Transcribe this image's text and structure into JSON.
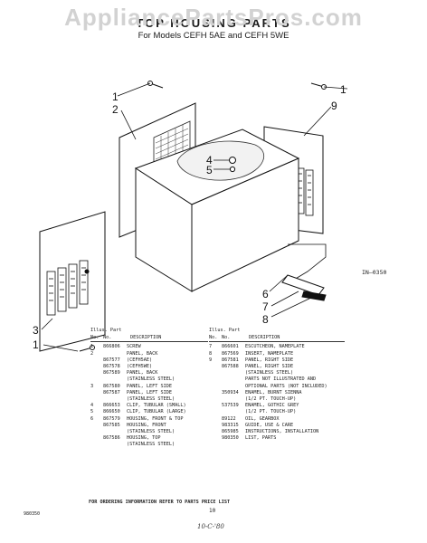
{
  "watermark": "AppliancePartsPros.com",
  "title": "TOP HOUSING PARTS",
  "subtitle": "For Models CEFH 5AE and CEFH 5WE",
  "callouts": [
    "1",
    "2",
    "1",
    "9",
    "4",
    "5",
    "3",
    "1",
    "6",
    "7",
    "8"
  ],
  "drawing_number": "IN—0350",
  "table": {
    "header_top": "Illus. Part",
    "header_no1": "No.",
    "header_no2": "No.",
    "header_desc": "DESCRIPTION",
    "left_rows": [
      {
        "illus": "1",
        "part": "866806",
        "desc": "SCREW"
      },
      {
        "illus": "2",
        "part": "",
        "desc": "PANEL, BACK"
      },
      {
        "illus": "",
        "part": "867577",
        "desc": "(CEFH5AE)"
      },
      {
        "illus": "",
        "part": "867578",
        "desc": "(CEFH5WE)"
      },
      {
        "illus": "",
        "part": "867589",
        "desc": "PANEL, BACK"
      },
      {
        "illus": "",
        "part": "",
        "desc": "(STAINLESS STEEL)"
      },
      {
        "illus": "3",
        "part": "867580",
        "desc": "PANEL, LEFT SIDE"
      },
      {
        "illus": "",
        "part": "867587",
        "desc": "PANEL, LEFT SIDE"
      },
      {
        "illus": "",
        "part": "",
        "desc": "(STAINLESS STEEL)"
      },
      {
        "illus": "4",
        "part": "866653",
        "desc": "CLIP, TUBULAR (SMALL)"
      },
      {
        "illus": "5",
        "part": "866650",
        "desc": "CLIP, TUBULAR (LARGE)"
      },
      {
        "illus": "6",
        "part": "867579",
        "desc": "HOUSING, FRONT & TOP"
      },
      {
        "illus": "",
        "part": "867585",
        "desc": "HOUSING, FRONT"
      },
      {
        "illus": "",
        "part": "",
        "desc": "(STAINLESS STEEL)"
      },
      {
        "illus": "",
        "part": "867586",
        "desc": "HOUSING, TOP"
      },
      {
        "illus": "",
        "part": "",
        "desc": "(STAINLESS STEEL)"
      }
    ],
    "right_rows": [
      {
        "illus": "7",
        "part": "866601",
        "desc": "ESCUTCHEON, NAMEPLATE"
      },
      {
        "illus": "8",
        "part": "867569",
        "desc": "INSERT, NAMEPLATE"
      },
      {
        "illus": "9",
        "part": "867581",
        "desc": "PANEL, RIGHT SIDE"
      },
      {
        "illus": "",
        "part": "867588",
        "desc": "PANEL, RIGHT SIDE"
      },
      {
        "illus": "",
        "part": "",
        "desc": "(STAINLESS STEEL)"
      },
      {
        "illus": "",
        "part": "",
        "desc": "PARTS NOT ILLUSTRATED AND"
      },
      {
        "illus": "",
        "part": "",
        "desc": "OPTIONAL PARTS (NOT INCLUDED)"
      },
      {
        "illus": "",
        "part": "350934",
        "desc": "ENAMEL, BURNT SIENNA"
      },
      {
        "illus": "",
        "part": "",
        "desc": "(1/2 PT. TOUCH-UP)"
      },
      {
        "illus": "",
        "part": "537539",
        "desc": "ENAMEL, GOTHIC GREY"
      },
      {
        "illus": "",
        "part": "",
        "desc": "(1/2 PT. TOUCH-UP)"
      },
      {
        "illus": "",
        "part": "89122",
        "desc": "OIL, GEARBOX"
      },
      {
        "illus": "",
        "part": "983315",
        "desc": "GUIDE, USE & CARE"
      },
      {
        "illus": "",
        "part": "865985",
        "desc": "INSTRUCTIONS, INSTALLATION"
      },
      {
        "illus": "",
        "part": "980350",
        "desc": "LIST, PARTS"
      }
    ]
  },
  "footer_note": "FOR ORDERING INFORMATION REFER TO PARTS PRICE LIST",
  "page_number": "10",
  "doc_code": "980350",
  "handwritten_note": "10-C-'80"
}
